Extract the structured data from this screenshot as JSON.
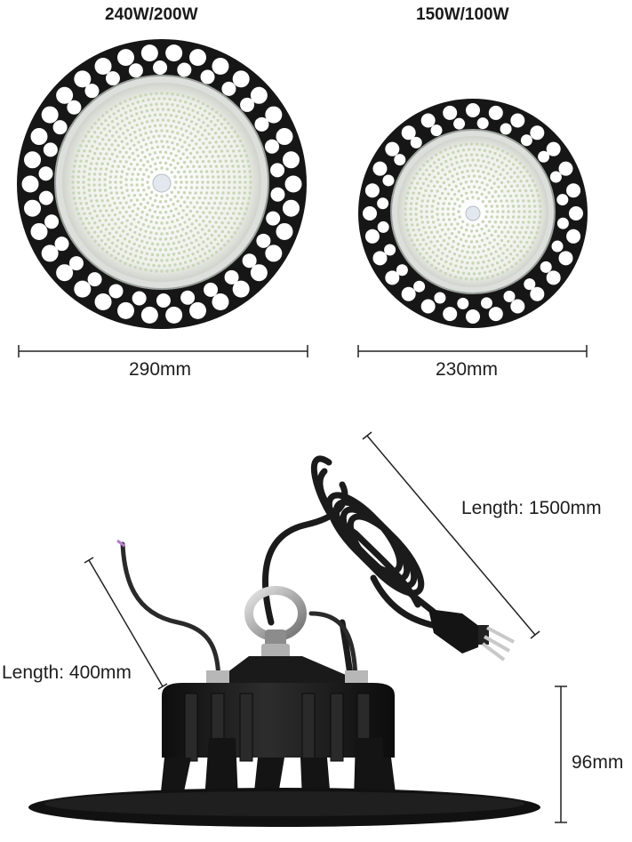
{
  "lamps": [
    {
      "wattage": "240W/200W",
      "diameter": "290mm"
    },
    {
      "wattage": "150W/100W",
      "diameter": "230mm"
    }
  ],
  "side_view": {
    "cable_length": "Length: 1500mm",
    "lead_wire_length": "Length: 400mm",
    "height": "96mm"
  },
  "colors": {
    "housing": "#161616",
    "led_panel": "#f4f6f1",
    "led": "#c9d6b8",
    "hook": "#a9a9a9"
  }
}
